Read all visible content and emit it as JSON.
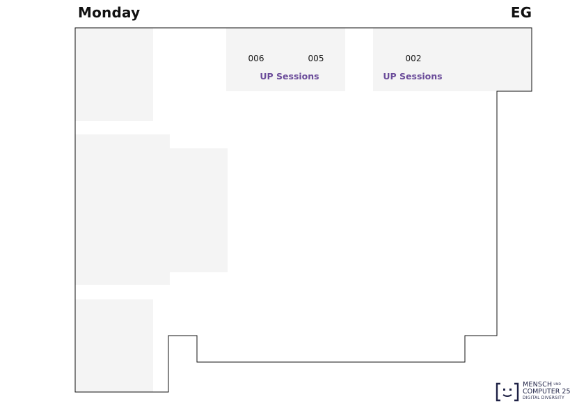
{
  "header": {
    "day": "Monday",
    "floor": "EG"
  },
  "rooms": [
    {
      "number": "006"
    },
    {
      "number": "005"
    },
    {
      "number": "002"
    }
  ],
  "sessions": [
    {
      "label": "UP Sessions"
    },
    {
      "label": "UP Sessions"
    }
  ],
  "logo": {
    "line1": "MENSCH",
    "und": "UND",
    "line2": "COMPUTER 25",
    "line3": "DIGITAL DIVERSITY"
  },
  "colors": {
    "session_label": "#6b4c9a",
    "room_fill": "#f4f4f4",
    "outline": "#111111",
    "logo": "#1e2145"
  }
}
